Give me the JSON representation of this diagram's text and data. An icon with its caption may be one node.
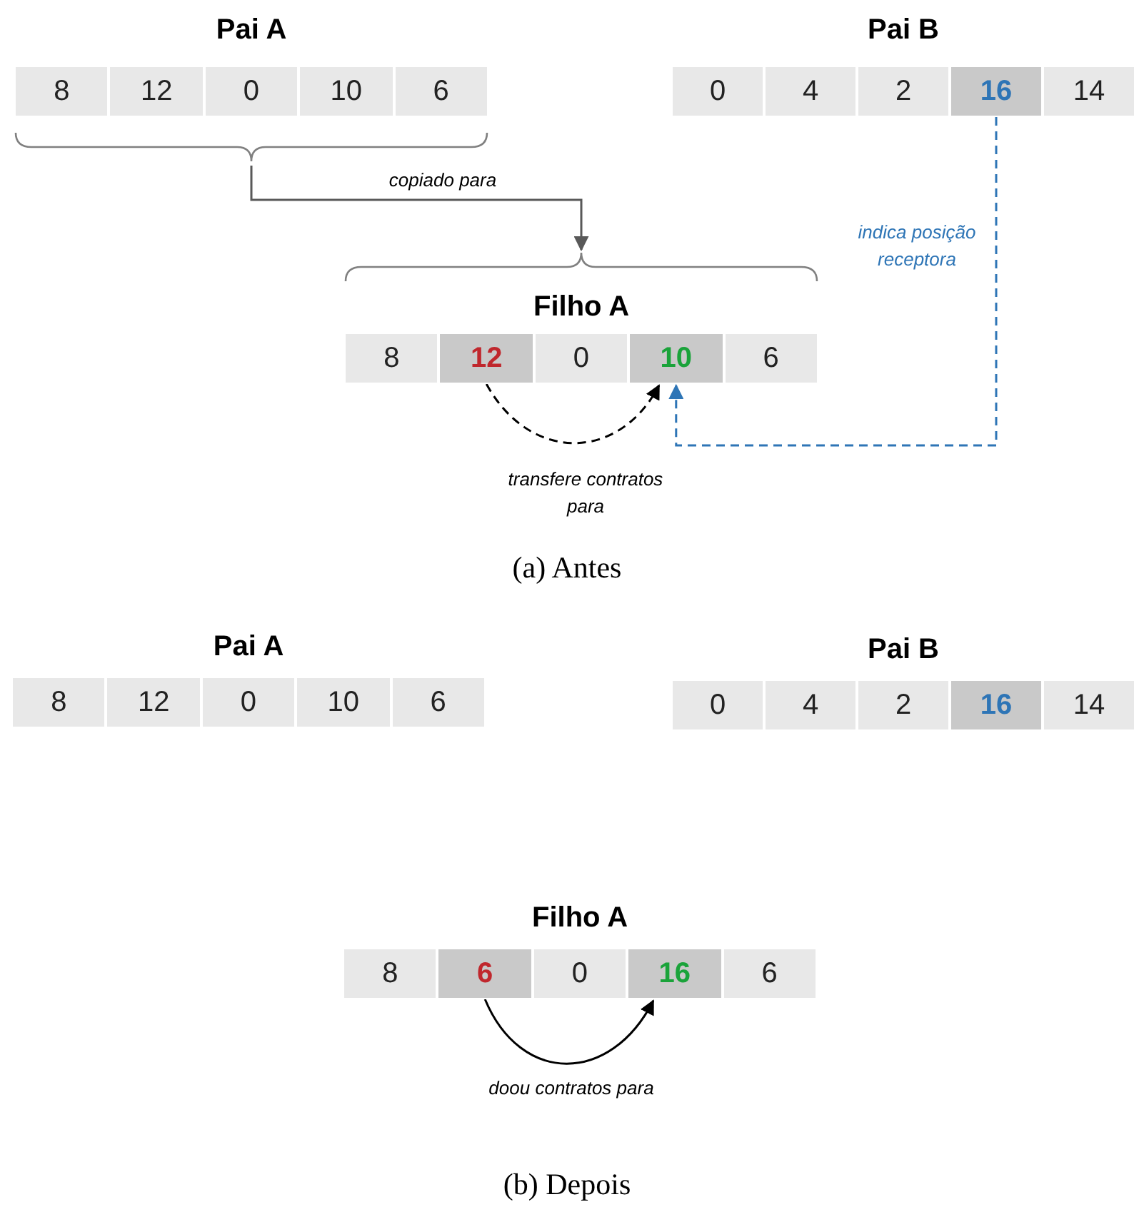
{
  "diagram": {
    "nodes": [
      {
        "text": [
          "Pai A"
        ]
      },
      {
        "text": [
          "8"
        ],
        "in": 0
      },
      {
        "text": [
          "12"
        ],
        "in": 0
      },
      {
        "text": [
          "0"
        ],
        "in": 0
      },
      {
        "text": [
          "10"
        ],
        "in": 0
      },
      {
        "text": [
          "6"
        ],
        "in": 0
      },
      {
        "text": [
          "Pai B"
        ]
      },
      {
        "text": [
          "0"
        ],
        "in": 6
      },
      {
        "text": [
          "4"
        ],
        "in": 6
      },
      {
        "text": [
          "2"
        ],
        "in": 6
      },
      {
        "text": [
          "16"
        ],
        "in": 6
      },
      {
        "text": [
          "14"
        ],
        "in": 6
      },
      {
        "text": [
          "Filho A"
        ]
      },
      {
        "text": [
          "8"
        ],
        "in": 12
      },
      {
        "text": [
          "12"
        ],
        "in": 12
      },
      {
        "text": [
          "0"
        ],
        "in": 12
      },
      {
        "text": [
          "10"
        ],
        "in": 12
      },
      {
        "text": [
          "6"
        ],
        "in": 12
      },
      {
        "text": [
          "Pai A"
        ]
      },
      {
        "text": [
          "8"
        ],
        "in": 18
      },
      {
        "text": [
          "12"
        ],
        "in": 18
      },
      {
        "text": [
          "0"
        ],
        "in": 18
      },
      {
        "text": [
          "10"
        ],
        "in": 18
      },
      {
        "text": [
          "6"
        ],
        "in": 18
      },
      {
        "text": [
          "Pai B"
        ]
      },
      {
        "text": [
          "0"
        ],
        "in": 24
      },
      {
        "text": [
          "4"
        ],
        "in": 24
      },
      {
        "text": [
          "2"
        ],
        "in": 24
      },
      {
        "text": [
          "16"
        ],
        "in": 24
      },
      {
        "text": [
          "14"
        ],
        "in": 24
      },
      {
        "text": [
          "Filho A"
        ]
      },
      {
        "text": [
          "8"
        ],
        "in": 30
      },
      {
        "text": [
          "6"
        ],
        "in": 30
      },
      {
        "text": [
          "0"
        ],
        "in": 30
      },
      {
        "text": [
          "16"
        ],
        "in": 30
      },
      {
        "text": [
          "6"
        ],
        "in": 30
      }
    ],
    "edges": [
      {
        "from": 0,
        "to": 12,
        "arrow": "to",
        "label": "copiado para",
        "color": "#595959"
      },
      {
        "from": 10,
        "to": 16,
        "arrow": "to",
        "label": "indica posição receptora",
        "style": "dashed",
        "color": "#2e75b6"
      },
      {
        "from": 14,
        "to": 16,
        "arrow": "to",
        "label": "transfere contratos para",
        "style": "dashed"
      },
      {
        "from": 32,
        "to": 34,
        "arrow": "to",
        "label": "doou contratos para"
      }
    ],
    "labels": [
      "(a) Antes",
      "(b) Depois"
    ]
  }
}
